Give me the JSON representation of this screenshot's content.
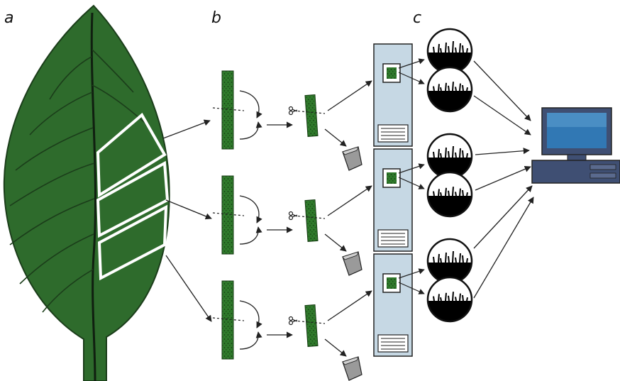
{
  "panels": {
    "a": "a",
    "b": "b",
    "c": "c"
  },
  "colors": {
    "leaf": "#2e6b2c",
    "leaf_vein": "#1b3d1a",
    "strip": "#2f7a2b",
    "strip_dots": "#1a3f16",
    "instrument": "#c6d8e4",
    "monitor_screen": "#2f6fa6",
    "computer_body": "#3f4f73",
    "arrow": "#222222"
  },
  "icons": {
    "leaf": "leaf-illustration",
    "strip": "leaf-strip-icon",
    "scissors": "scissors-icon",
    "trash": "discard-bin-icon",
    "instrument": "instrument-cabinet-icon",
    "sample_view": "magnified-sample-icon",
    "computer": "desktop-computer-icon"
  },
  "rows": 3,
  "views_per_instrument": 2
}
